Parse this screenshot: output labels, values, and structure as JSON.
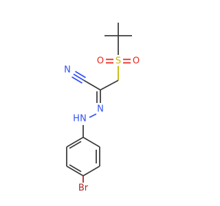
{
  "molecule": {
    "atoms": {
      "sulfur": "S",
      "sulfonyl_oxygen_left": "O",
      "sulfonyl_oxygen_right": "O",
      "nitrile_nitrogen": "N",
      "hydrazone_nitrogen": "N",
      "amine_nh": "H",
      "amine_n": "N",
      "bromine": "Br"
    },
    "colors": {
      "carbon_bond": "#3c3c3c",
      "sulfur": "#c8b400",
      "oxygen": "#e8271b",
      "nitrogen": "#3050f8",
      "bromine": "#a62929"
    }
  }
}
